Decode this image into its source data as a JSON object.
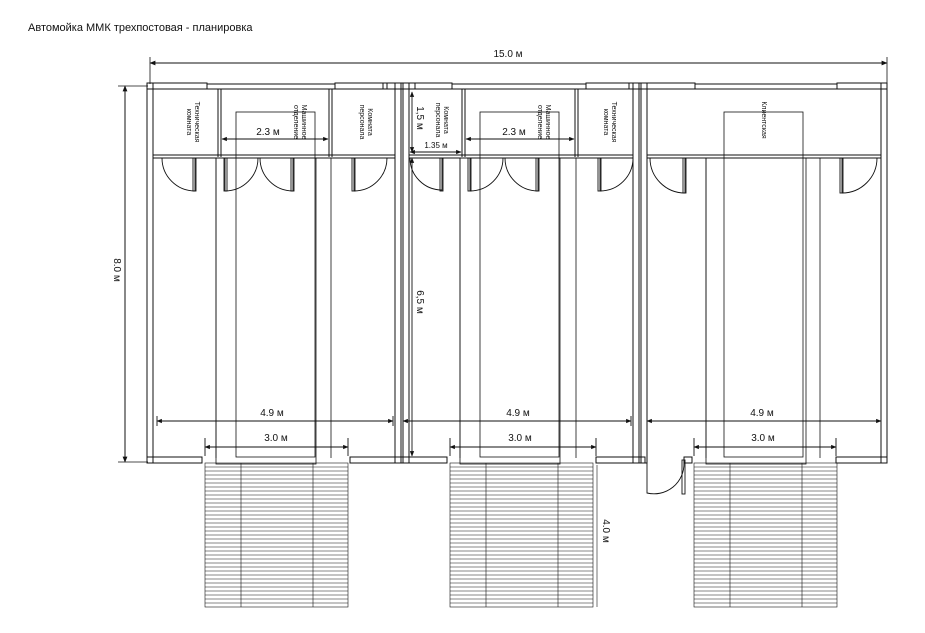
{
  "title": "Автомойка ММК трехпостовая - планировка",
  "dims": {
    "total_width": "15.0 м",
    "total_depth": "8.0 м",
    "bay_inner": "6,5 м",
    "staff_room_depth": "1,5 м",
    "staff_room_width": "1.35 м",
    "ramp_length": "4.0 м",
    "bay_width": "4.9 м",
    "pit_width": "3.0 м",
    "tech_room_width": "2.3 м"
  },
  "rooms": {
    "tech_room": "Техническая комната",
    "machine_room": "Машинное отделение",
    "staff_room": "Комната персонала",
    "client_room": "Клиентская"
  }
}
